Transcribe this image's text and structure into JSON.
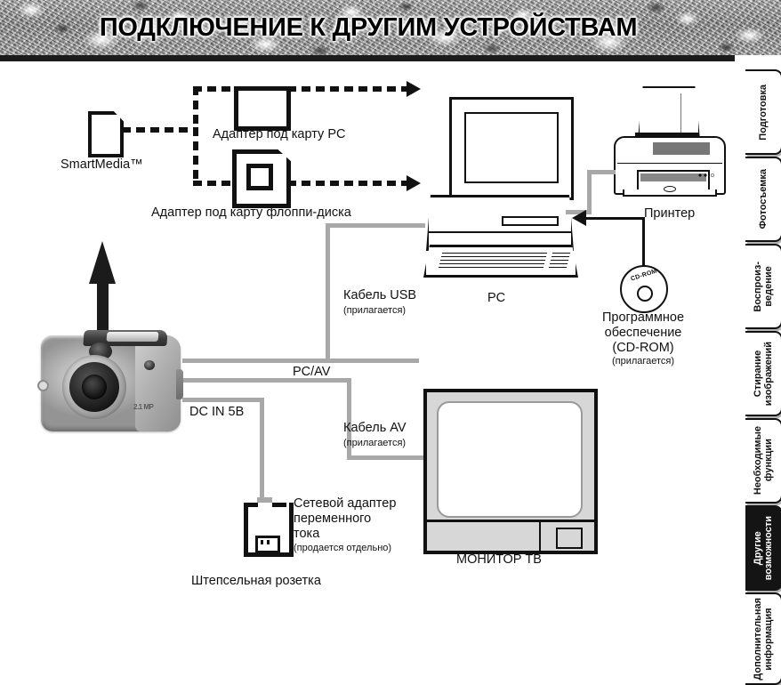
{
  "header": {
    "title": "ПОДКЛЮЧЕНИЕ К ДРУГИМ УСТРОЙСТВАМ"
  },
  "side_tabs": [
    {
      "label": "Подготовка",
      "active": false
    },
    {
      "label": "Фотосъемка",
      "active": false
    },
    {
      "label": "Воспроиз-\nведение",
      "active": false
    },
    {
      "label": "Стирание\nизображений",
      "active": false
    },
    {
      "label": "Необходимые\nфункции",
      "active": false
    },
    {
      "label": "Другие\nвозможности",
      "active": true
    },
    {
      "label": "Дополнительная\nинформация",
      "active": false
    }
  ],
  "diagram": {
    "smartmedia_label": "SmartMedia™",
    "pc_card_adapter_label": "Адаптер под карту PC",
    "floppy_adapter_label": "Адаптер под карту флоппи-диска",
    "pc_label": "PC",
    "printer_label": "Принтер",
    "software_label": "Программное\nобеспечение\n(CD-ROM)",
    "software_note": "(прилагается)",
    "cdrom_disc_text": "CD-ROM",
    "usb_cable_label": "Кабель USB",
    "usb_cable_note": "(прилагается)",
    "av_cable_label": "Кабель AV",
    "av_cable_note": "(прилагается)",
    "pcav_port_label": "PC/AV",
    "dcin_port_label": "DC IN 5B",
    "ac_adapter_label": "Сетевой адаптер\nпеременного\nтока",
    "ac_adapter_note": "(продается отдельно)",
    "wall_outlet_label": "Штепсельная розетка",
    "tv_monitor_label": "МОНИТОР ТВ",
    "camera_brand": "2.1 MP"
  },
  "colors": {
    "ink": "#111111",
    "cable_gray": "#a8a8a8",
    "tab_active_bg": "#141414",
    "tv_bezel": "#d7d7d7"
  }
}
